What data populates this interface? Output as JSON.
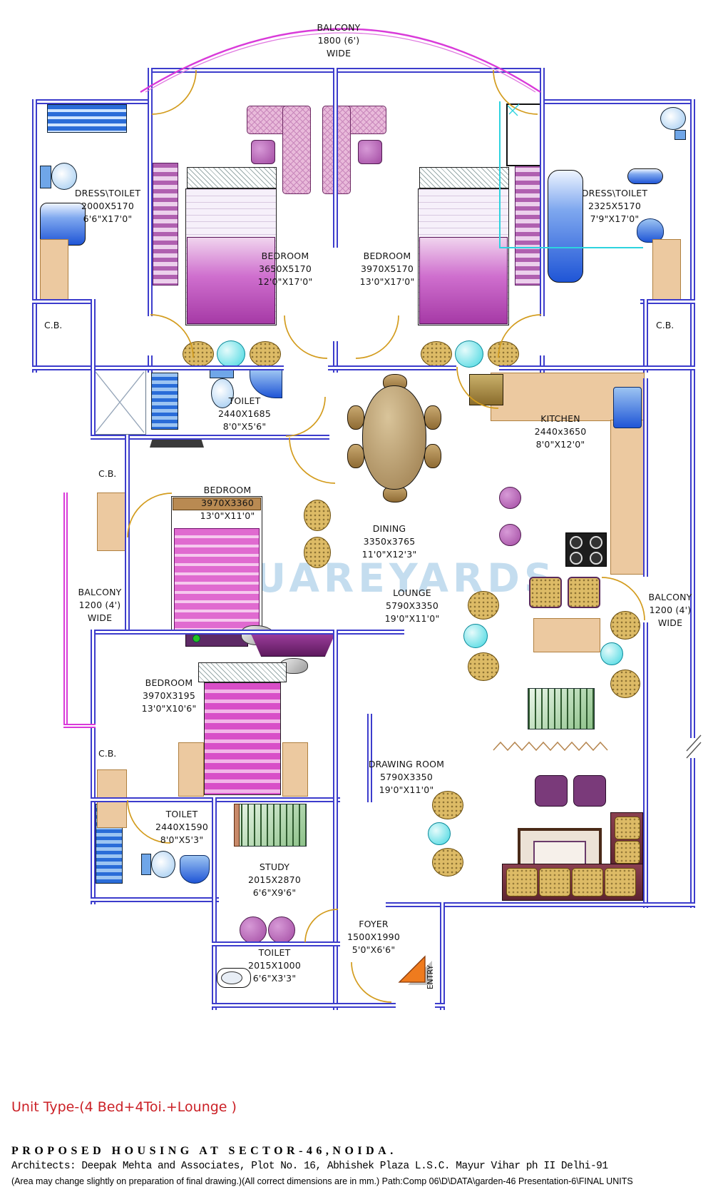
{
  "watermark": "SQUAREYARDS",
  "entry_label": "ENTRY",
  "cb": [
    "C.B.",
    "C.B.",
    "C.B.",
    "C.B."
  ],
  "rooms": {
    "balcony_top": {
      "l1": "BALCONY",
      "l2": "1800 (6')",
      "l3": "WIDE"
    },
    "dress_toilet_left": {
      "l1": "DRESS\\TOILET",
      "l2": "2000X5170",
      "l3": "6'6\"X17'0\""
    },
    "bedroom_top_left": {
      "l1": "BEDROOM",
      "l2": "3650X5170",
      "l3": "12'0\"X17'0\""
    },
    "bedroom_top_right": {
      "l1": "BEDROOM",
      "l2": "3970X5170",
      "l3": "13'0\"X17'0\""
    },
    "dress_toilet_right": {
      "l1": "DRESS\\TOILET",
      "l2": "2325X5170",
      "l3": "7'9\"X17'0\""
    },
    "toilet_mid": {
      "l1": "TOILET",
      "l2": "2440X1685",
      "l3": "8'0\"X5'6\""
    },
    "kitchen": {
      "l1": "KITCHEN",
      "l2": "2440x3650",
      "l3": "8'0\"X12'0\""
    },
    "bedroom_mid": {
      "l1": "BEDROOM",
      "l2": "3970X3360",
      "l3": "13'0\"X11'0\""
    },
    "dining": {
      "l1": "DINING",
      "l2": "3350x3765",
      "l3": "11'0\"X12'3\""
    },
    "lounge": {
      "l1": "LOUNGE",
      "l2": "5790X3350",
      "l3": "19'0\"X11'0\""
    },
    "balcony_left": {
      "l1": "BALCONY",
      "l2": "1200 (4')",
      "l3": "WIDE"
    },
    "balcony_right": {
      "l1": "BALCONY",
      "l2": "1200 (4')",
      "l3": "WIDE"
    },
    "bedroom_low": {
      "l1": "BEDROOM",
      "l2": "3970X3195",
      "l3": "13'0\"X10'6\""
    },
    "drawing_room": {
      "l1": "DRAWING ROOM",
      "l2": "5790X3350",
      "l3": "19'0\"X11'0\""
    },
    "toilet_low": {
      "l1": "TOILET",
      "l2": "2440X1590",
      "l3": "8'0\"X5'3\""
    },
    "study": {
      "l1": "STUDY",
      "l2": "2015X2870",
      "l3": "6'6\"X9'6\""
    },
    "foyer": {
      "l1": "FOYER",
      "l2": "1500X1990",
      "l3": "5'0\"X6'6\""
    },
    "toilet_bottom": {
      "l1": "TOILET",
      "l2": "2015X1000",
      "l3": "6'6\"X3'3\""
    }
  },
  "title_block": {
    "unit_type": "Unit Type-(4 Bed+4Toi.+Lounge )",
    "project": "PROPOSED HOUSING AT SECTOR-46,NOIDA.",
    "architects": "Architects: Deepak Mehta and Associates, Plot No. 16, Abhishek Plaza L.S.C. Mayur Vihar ph II Delhi-91",
    "disclaimer": "(Area may change slightly on preparation of final drawing.)(All correct dimensions are in mm.) Path:Comp 06\\D\\DATA\\garden-46 Presentation-6\\FINAL UNITS"
  }
}
